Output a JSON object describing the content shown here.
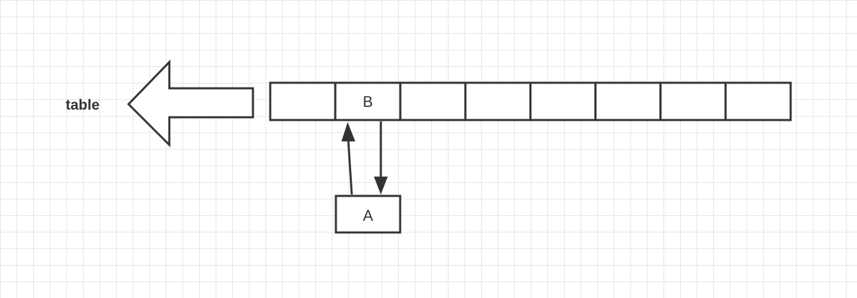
{
  "diagram": {
    "title_label": "table",
    "table": {
      "cells": [
        "",
        "B",
        "",
        "",
        "",
        "",
        "",
        ""
      ]
    },
    "node_a": {
      "label": "A"
    },
    "colors": {
      "stroke": "#333333",
      "grid": "#e6e6e6",
      "background": "#ffffff"
    }
  }
}
